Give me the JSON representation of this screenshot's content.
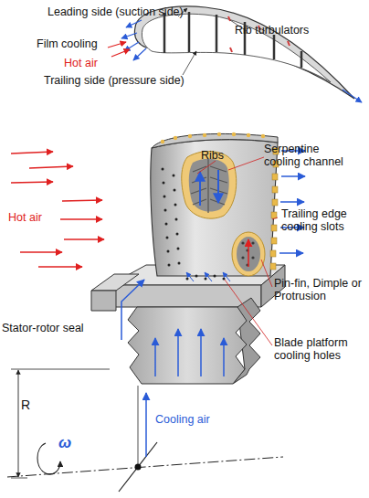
{
  "diagram": {
    "labels": [
      "Leading side (suction side)",
      "Rib turbulators",
      "Film cooling",
      "Hot air",
      "Trailing side (pressure side)",
      "Ribs",
      "Serpentine cooling channel",
      "Hot air",
      "Trailing edge cooling slots",
      "Pin-fin, Dimple or Protrusion",
      "Stator-rotor seal",
      "Blade platform cooling holes",
      "R",
      "ω",
      "Cooling air"
    ]
  }
}
